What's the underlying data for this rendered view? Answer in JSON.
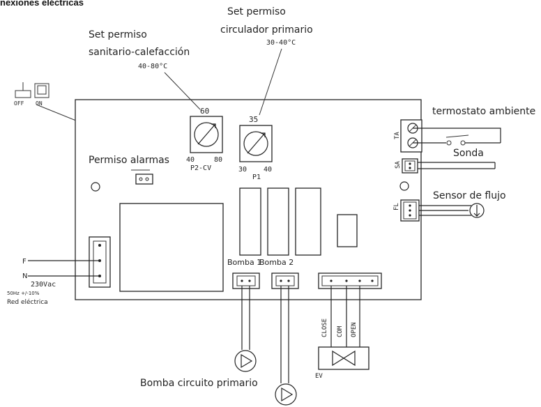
{
  "header": "nexiones eléctricas",
  "labels": {
    "switch_off": "OFF",
    "switch_on": "ON",
    "set_sanitario_line1": "Set permiso",
    "set_sanitario_line2": "sanitario-calefacción",
    "set_sanitario_range": "40-80°C",
    "set_primario_line1": "Set permiso",
    "set_primario_line2": "circulador primario",
    "set_primario_range": "30-40°C",
    "dial_p2_top": "60",
    "dial_p2_min": "40",
    "dial_p2_max": "80",
    "dial_p2_name": "P2-CV",
    "dial_p1_top": "35",
    "dial_p1_min": "30",
    "dial_p1_max": "40",
    "dial_p1_name": "P1",
    "permiso_alarmas": "Permiso alarmas",
    "termostato": "termostato ambiente",
    "ta": "TA",
    "sonda": "Sonda",
    "sa": "SA",
    "sensor_flujo": "Sensor de flujo",
    "fl": "FL",
    "f": "F",
    "n": "N",
    "voltage": "230Vac",
    "freq": "50Hz +/-10%",
    "red": "Red eléctrica",
    "bomba1": "Bomba 1",
    "bomba2": "Bomba 2",
    "close": "CLOSE",
    "com": "COM",
    "open": "OPEN",
    "ev": "EV",
    "bomba_circuito": "Bomba circuito primario"
  }
}
